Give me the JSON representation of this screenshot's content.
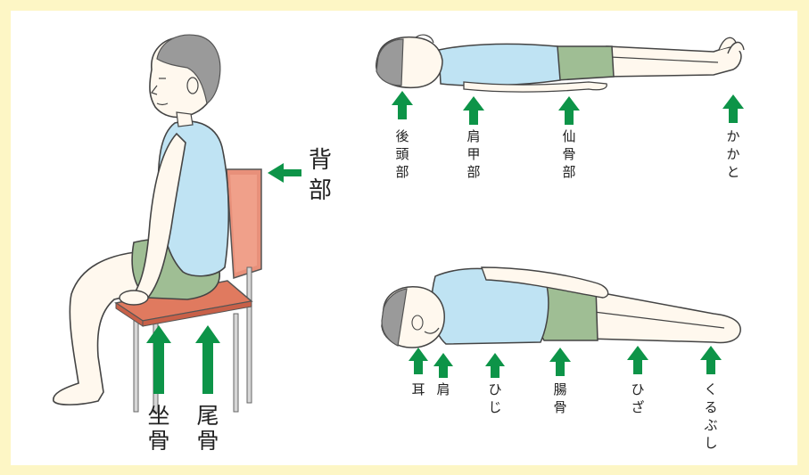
{
  "colors": {
    "frame": "#fdf6c5",
    "panel": "#ffffff",
    "arrow": "#0d9448",
    "shirt": "#bfe3f3",
    "shorts": "#9fbe94",
    "skin": "#fff8ee",
    "hair": "#9a9a9a",
    "chair_seat": "#e07a5f",
    "chair_back": "#e8907a",
    "chair_legs": "#cfcfcf"
  },
  "sitting": {
    "back_label": "背部",
    "seat_label_1": "坐骨",
    "seat_label_2": "尾骨"
  },
  "supine": {
    "labels": [
      "後頭部",
      "肩甲部",
      "仙骨部",
      "かかと"
    ]
  },
  "lateral": {
    "labels": [
      "耳",
      "肩",
      "ひじ",
      "腸骨",
      "ひざ",
      "くるぶし"
    ]
  }
}
